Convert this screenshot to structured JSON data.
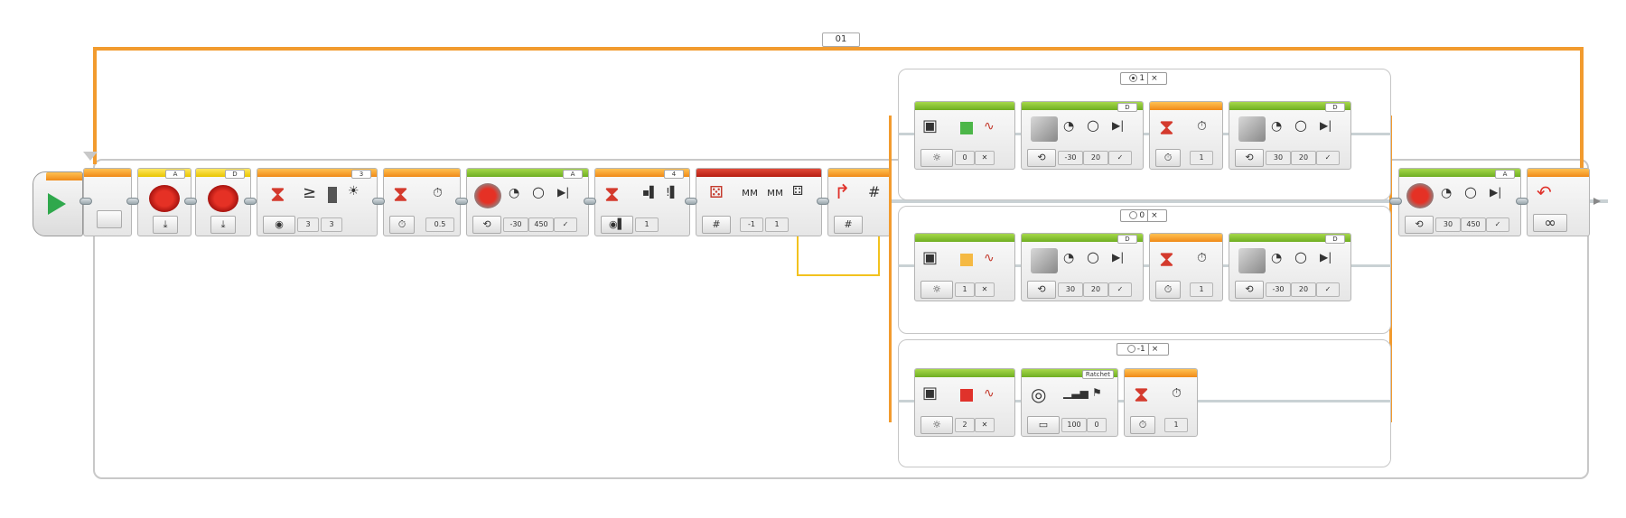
{
  "loop": {
    "label": "01",
    "mode_symbol": "∞"
  },
  "colors": {
    "action": "#6fae22",
    "flow": "#f08a18",
    "data": "#e8c500",
    "advanced": "#b71e12",
    "wire": "#f29b2e"
  },
  "blocks": {
    "motor_reset_a": {
      "port": "A",
      "icon": "reset-motor-icon",
      "mode": "⤓"
    },
    "motor_reset_d": {
      "port": "D",
      "icon": "reset-motor-icon",
      "mode": "⤓"
    },
    "wait_compare": {
      "port": "3",
      "op": "≥",
      "p1": "3",
      "p2": "3",
      "icons": [
        "hourglass-icon",
        "color-sensor-icon",
        "light-icon"
      ]
    },
    "wait_time": {
      "value": "0.5",
      "icons": [
        "hourglass-icon",
        "stopwatch-icon"
      ]
    },
    "large_motor_a": {
      "port": "A",
      "p1": "-30",
      "p2": "450",
      "icons": [
        "large-motor-icon",
        "speed-icon",
        "degrees-icon",
        "brake-icon"
      ]
    },
    "wait_bump": {
      "port": "4",
      "value": "1",
      "icons": [
        "hourglass-icon",
        "touch-sensor-icon"
      ]
    },
    "random": {
      "p1": "-1",
      "p2": "1",
      "icons": [
        "dice-icon",
        "wave-icon",
        "wave-icon",
        "dice-face-icon"
      ]
    },
    "switch_numeric": {
      "label": "#",
      "icon": "switch-icon"
    },
    "large_motor_a2": {
      "port": "A",
      "p1": "30",
      "p2": "450"
    },
    "loop_interrupt": {
      "icon": "loop-back-icon"
    }
  },
  "cases": [
    {
      "tab": "1",
      "selected": true,
      "light": {
        "mode": "0",
        "color": "#4cb648"
      },
      "motor1": {
        "port": "D",
        "p1": "-30",
        "p2": "20"
      },
      "wait": {
        "value": "1"
      },
      "motor2": {
        "port": "D",
        "p1": "30",
        "p2": "20"
      }
    },
    {
      "tab": "0",
      "selected": false,
      "light": {
        "mode": "1",
        "color": "#f5b943"
      },
      "motor1": {
        "port": "D",
        "p1": "30",
        "p2": "20"
      },
      "wait": {
        "value": "1"
      },
      "motor2": {
        "port": "D",
        "p1": "-30",
        "p2": "20"
      }
    },
    {
      "tab": "-1",
      "selected": false,
      "light": {
        "mode": "2",
        "color": "#e0322b"
      },
      "sound": {
        "name": "Ratchet",
        "p1": "100",
        "p2": "0"
      },
      "wait": {
        "value": "1"
      }
    }
  ],
  "case_close": "×"
}
